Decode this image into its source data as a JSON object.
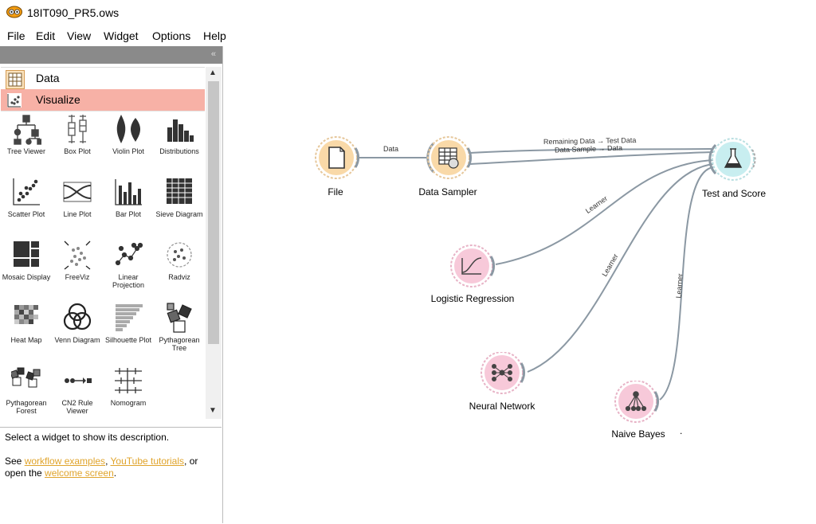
{
  "window": {
    "title": "18IT090_PR5.ows"
  },
  "menu": [
    "File",
    "Edit",
    "View",
    "Widget",
    "Options",
    "Help"
  ],
  "toolbox": {
    "collapse_glyph": "«",
    "categories": [
      {
        "label": "Data",
        "icon": "table-icon"
      },
      {
        "label": "Visualize",
        "icon": "scatter-icon"
      }
    ],
    "widgets": [
      {
        "label": "Tree Viewer",
        "icon": "tree-viewer-icon"
      },
      {
        "label": "Box Plot",
        "icon": "box-plot-icon"
      },
      {
        "label": "Violin Plot",
        "icon": "violin-plot-icon"
      },
      {
        "label": "Distributions",
        "icon": "distributions-icon"
      },
      {
        "label": "Scatter Plot",
        "icon": "scatter-plot-icon"
      },
      {
        "label": "Line Plot",
        "icon": "line-plot-icon"
      },
      {
        "label": "Bar Plot",
        "icon": "bar-plot-icon"
      },
      {
        "label": "Sieve Diagram",
        "icon": "sieve-diagram-icon"
      },
      {
        "label": "Mosaic Display",
        "icon": "mosaic-display-icon"
      },
      {
        "label": "FreeViz",
        "icon": "freeviz-icon"
      },
      {
        "label": "Linear Projection",
        "icon": "linear-projection-icon"
      },
      {
        "label": "Radviz",
        "icon": "radviz-icon"
      },
      {
        "label": "Heat Map",
        "icon": "heat-map-icon"
      },
      {
        "label": "Venn Diagram",
        "icon": "venn-diagram-icon"
      },
      {
        "label": "Silhouette Plot",
        "icon": "silhouette-plot-icon"
      },
      {
        "label": "Pythagorean Tree",
        "icon": "pythagorean-tree-icon"
      },
      {
        "label": "Pythagorean Forest",
        "icon": "pythagorean-forest-icon"
      },
      {
        "label": "CN2 Rule Viewer",
        "icon": "cn2-rule-viewer-icon"
      },
      {
        "label": "Nomogram",
        "icon": "nomogram-icon"
      }
    ]
  },
  "description": {
    "line1": "Select a widget to show its description.",
    "see": "See ",
    "link1": "workflow examples",
    "comma": ", ",
    "link2": "YouTube tutorials",
    "or": ", or",
    "open": "open the ",
    "link3": "welcome screen",
    "end": "."
  },
  "canvas": {
    "nodes": [
      {
        "id": "file",
        "label": "File",
        "icon": "file-icon",
        "color": "#f9d9a8",
        "ring": "#e9b878"
      },
      {
        "id": "sampler",
        "label": "Data Sampler",
        "icon": "data-sampler-icon",
        "color": "#f9d9a8",
        "ring": "#e9b878"
      },
      {
        "id": "test",
        "label": "Test and Score",
        "icon": "flask-icon",
        "color": "#c8eef0",
        "ring": "#9ad6da"
      },
      {
        "id": "logreg",
        "label": "Logistic Regression",
        "icon": "logistic-curve-icon",
        "color": "#f7c9d9",
        "ring": "#e8a0bd"
      },
      {
        "id": "nn",
        "label": "Neural Network",
        "icon": "neural-network-icon",
        "color": "#f7c9d9",
        "ring": "#e8a0bd"
      },
      {
        "id": "nb",
        "label": "Naive Bayes",
        "icon": "naive-bayes-icon",
        "color": "#f7c9d9",
        "ring": "#e8a0bd"
      }
    ],
    "links": [
      {
        "from": "file",
        "to": "sampler",
        "label": "Data"
      },
      {
        "from": "sampler",
        "to": "test",
        "label": "Remaining Data → Test Data"
      },
      {
        "from": "sampler",
        "to": "test",
        "label": "Data Sample → Data"
      },
      {
        "from": "logreg",
        "to": "test",
        "label": "Learner"
      },
      {
        "from": "nn",
        "to": "test",
        "label": "Learner"
      },
      {
        "from": "nb",
        "to": "test",
        "label": "Learner"
      }
    ],
    "stray_mark": "."
  }
}
